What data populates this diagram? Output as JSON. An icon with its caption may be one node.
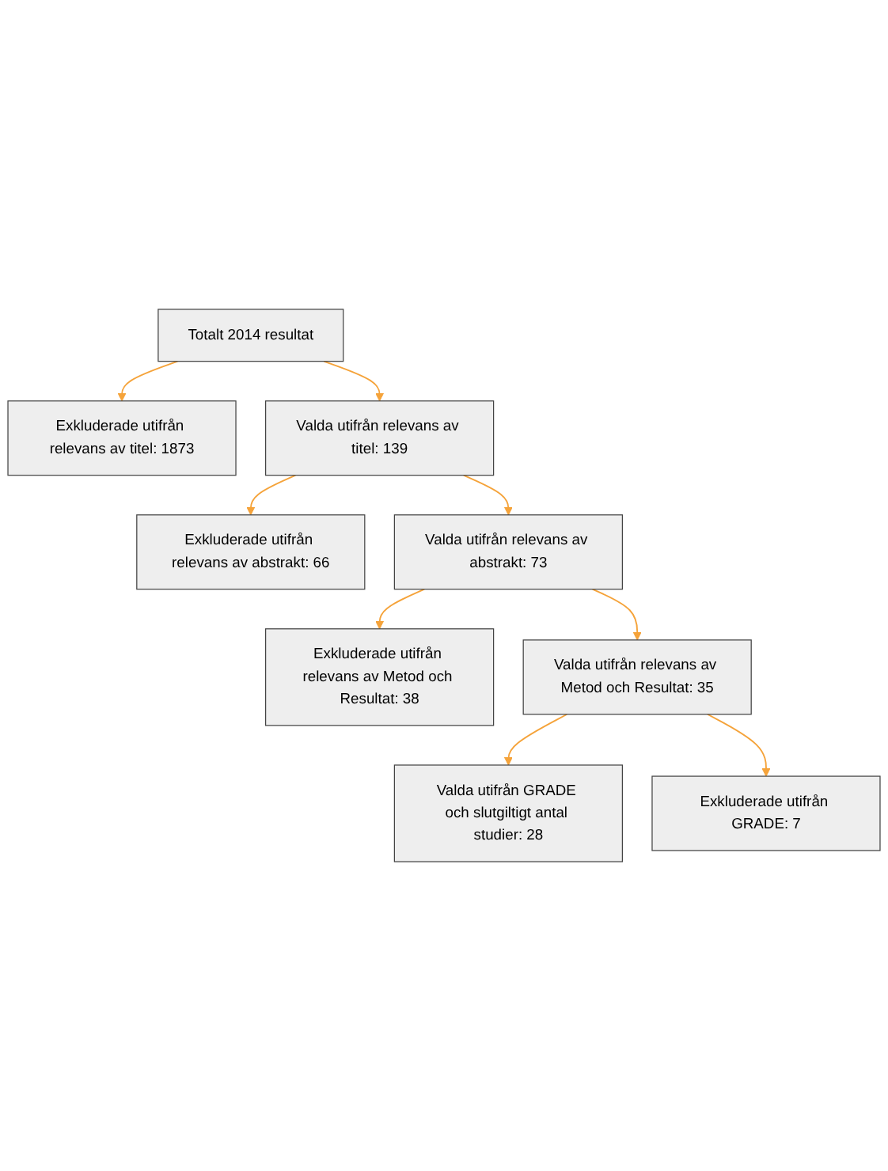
{
  "diagram": {
    "nodes": [
      {
        "text": [
          "Totalt 2014 resultat"
        ]
      },
      {
        "text": [
          "Exkluderade utifrån relevans av titel: 1873"
        ]
      },
      {
        "text": [
          "Valda utifrån relevans av titel: 139"
        ]
      },
      {
        "text": [
          "Exkluderade utifrån relevans av abstrakt: 66"
        ]
      },
      {
        "text": [
          "Valda utifrån relevans av abstrakt: 73"
        ]
      },
      {
        "text": [
          "Exkluderade utifrån relevans av Metod och Resultat: 38"
        ]
      },
      {
        "text": [
          "Valda utifrån relevans av Metod och Resultat: 35"
        ]
      },
      {
        "text": [
          "Exkluderade utifrån GRADE: 7"
        ]
      },
      {
        "text": [
          "Valda utifrån GRADE och slutgiltigt antal studier: 28"
        ]
      }
    ],
    "edges": [
      {
        "from": 0,
        "to": 2,
        "arrow": "to"
      },
      {
        "from": 0,
        "to": 1,
        "arrow": "to"
      },
      {
        "from": 2,
        "to": 4,
        "arrow": "to"
      },
      {
        "from": 2,
        "to": 3,
        "arrow": "to"
      },
      {
        "from": 4,
        "to": 6,
        "arrow": "to"
      },
      {
        "from": 4,
        "to": 5,
        "arrow": "to"
      },
      {
        "from": 6,
        "to": 8,
        "arrow": "to"
      },
      {
        "from": 6,
        "to": 7,
        "arrow": "to"
      }
    ]
  }
}
